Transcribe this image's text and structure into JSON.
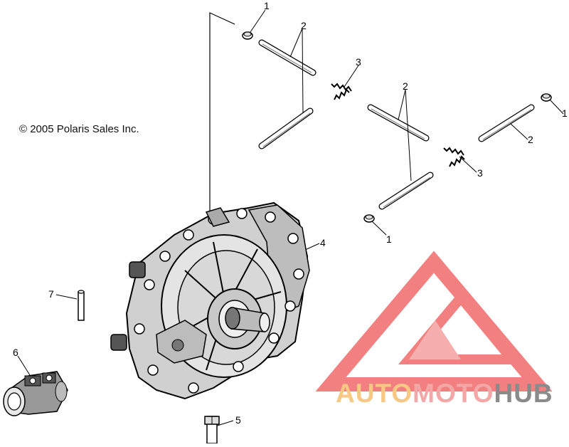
{
  "copyright": "© 2005 Polaris Sales Inc.",
  "callouts": [
    {
      "id": "c1a",
      "label": "1"
    },
    {
      "id": "c2a",
      "label": "2"
    },
    {
      "id": "c3a",
      "label": "3"
    },
    {
      "id": "c2b",
      "label": "2"
    },
    {
      "id": "c1b",
      "label": "1"
    },
    {
      "id": "c2c",
      "label": "2"
    },
    {
      "id": "c3b",
      "label": "3"
    },
    {
      "id": "c1c",
      "label": "1"
    },
    {
      "id": "c4",
      "label": "4"
    },
    {
      "id": "c7",
      "label": "7"
    },
    {
      "id": "c6",
      "label": "6"
    },
    {
      "id": "c5",
      "label": "5"
    }
  ],
  "watermark": {
    "part1": "AUTO",
    "part2": "MOTO",
    "part3": "HUB",
    "colors": {
      "auto": "#f7c784",
      "moto": "#f4a7a7",
      "hub": "#8a8a8a",
      "logo": "#f06a6a"
    }
  }
}
